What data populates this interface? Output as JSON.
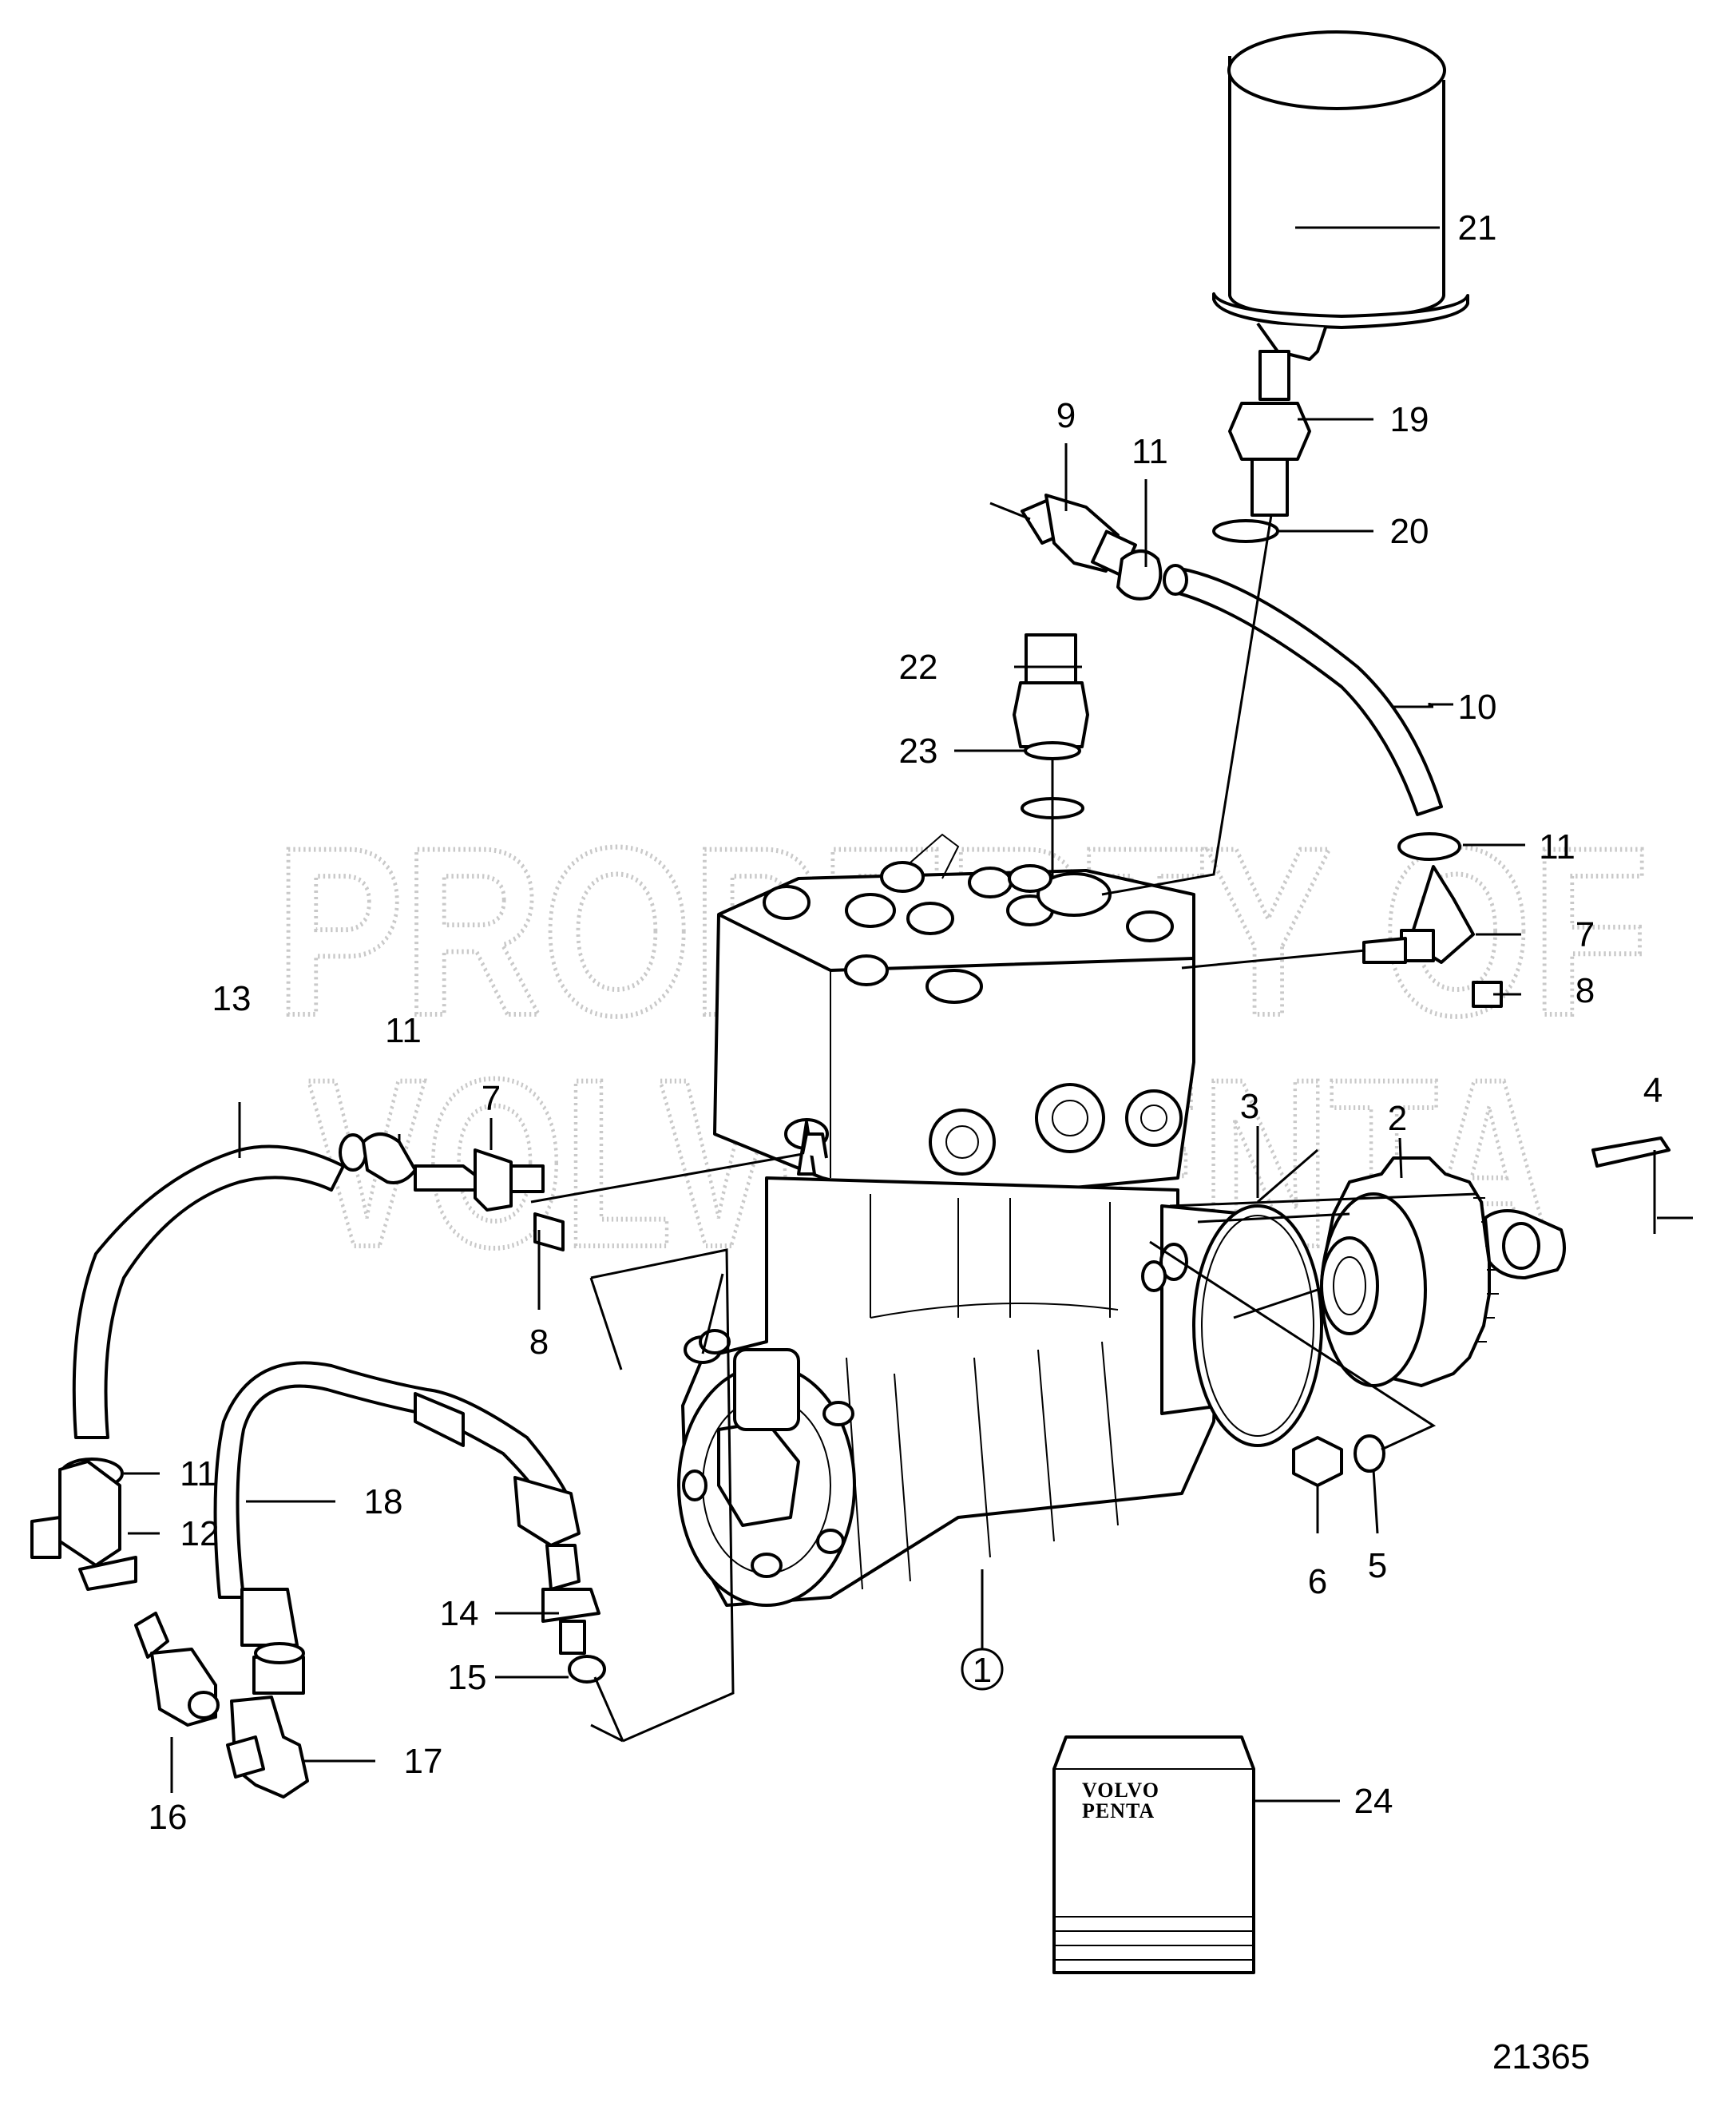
{
  "watermark": {
    "line1": "PROPERTY OF",
    "line2": "VOLVO PENTA"
  },
  "drawing_number": "21365",
  "manual_logo": {
    "line1": "VOLVO",
    "line2": "PENTA"
  },
  "callouts": [
    "1",
    "2",
    "3",
    "4",
    "5",
    "6",
    "7",
    "7",
    "8",
    "8",
    "9",
    "10",
    "11",
    "11",
    "11",
    "11",
    "12",
    "13",
    "14",
    "15",
    "16",
    "17",
    "18",
    "19",
    "20",
    "21",
    "22",
    "23",
    "24"
  ]
}
